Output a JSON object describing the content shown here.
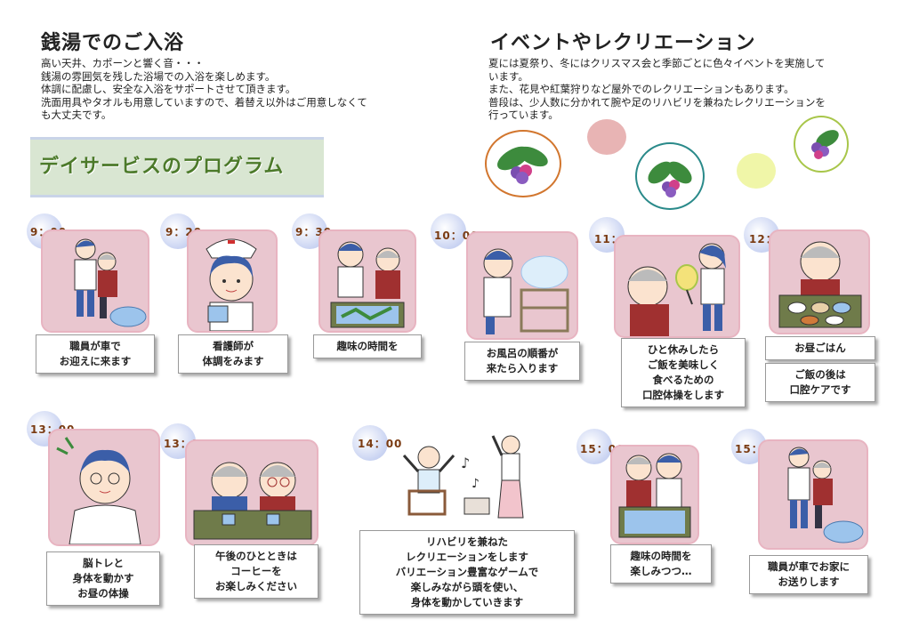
{
  "bath": {
    "title": "銭湯でのご入浴",
    "lines": [
      "高い天井、カポーンと響く音・・・",
      "銭湯の雰囲気を残した浴場での入浴を楽しめます。",
      "体調に配慮し、安全な入浴をサポートさせて頂きます。",
      "洗面用具やタオルも用意していますので、着替え以外はご用意しなくて",
      "も大丈夫です。"
    ]
  },
  "events": {
    "title": "イベントやレクリエーション",
    "lines": [
      "夏には夏祭り、冬にはクリスマス会と季節ごとに色々イベントを実施して",
      "います。",
      "また、花見や紅葉狩りなど屋外でのレクリエーションもあります。",
      "普段は、少人数に分かれて腕や足のリハビリを兼ねたレクリエーションを",
      "行っています。"
    ]
  },
  "program": {
    "title": "デイサービスのプログラム"
  },
  "schedule": [
    {
      "time": "9：00",
      "caption": [
        "職員が車で",
        "お迎えに来ます"
      ]
    },
    {
      "time": "9：20",
      "caption": [
        "看護師が",
        "体調をみます"
      ]
    },
    {
      "time": "9：30",
      "caption": [
        "趣味の時間を"
      ]
    },
    {
      "time": "10：00",
      "caption": [
        "お風呂の順番が",
        "来たら入ります"
      ]
    },
    {
      "time": "11：30",
      "caption": [
        "ひと休みしたら",
        "ご飯を美味しく",
        "食べるための",
        "口腔体操をします"
      ]
    },
    {
      "time": "12：00",
      "caption": [
        "お昼ごはん"
      ],
      "caption2": [
        "ご飯の後は",
        "口腔ケアです"
      ]
    },
    {
      "time": "13：00",
      "caption": [
        "脳トレと",
        "身体を動かす",
        "お昼の体操"
      ]
    },
    {
      "time": "13：30",
      "caption": [
        "午後のひとときは",
        "コーヒーを",
        "お楽しみください"
      ]
    },
    {
      "time": "14：00",
      "caption": [
        "リハビリを兼ねた",
        "レクリエーションをします",
        "バリエーション豊富なゲームで",
        "楽しみながら頭を使い、",
        "身体を動かしていきます"
      ]
    },
    {
      "time": "15：00",
      "caption": [
        "趣味の時間を",
        "楽しみつつ…"
      ]
    },
    {
      "time": "15：15",
      "caption": [
        "職員が車でお家に",
        "お送りします"
      ]
    }
  ],
  "colors": {
    "pic_bg": "#e9c6cf",
    "time": "#7a3b12",
    "banner_text": "#4c7a2a",
    "leaf": "#3d8b3d",
    "berry": "#7a4fb0",
    "dot_pink": "#e8b4b4",
    "dot_yellow": "#f0f6a8"
  }
}
